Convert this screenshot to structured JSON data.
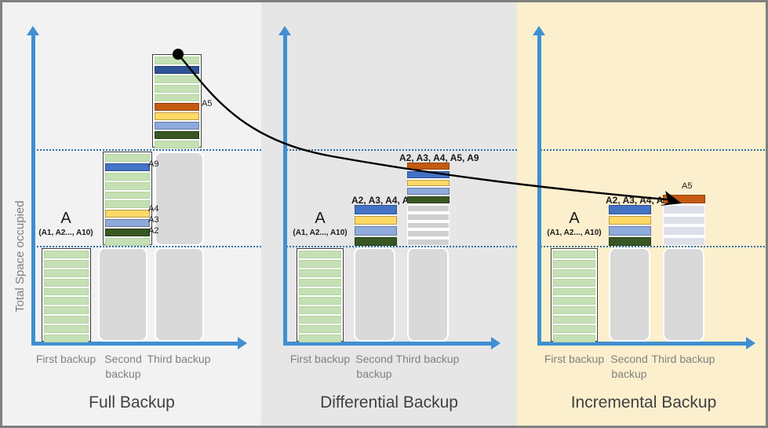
{
  "diagram": {
    "y_axis_title": "Total Space occupied",
    "colors": {
      "axis": "#3f8fd2",
      "gridline": "#2e6fa7",
      "ghost": "#d9d9d9",
      "light_green": "#c5e0b4",
      "dark_green": "#385723",
      "blue": "#4472c4",
      "dark_blue": "#2e5496",
      "light_blue": "#8faadc",
      "yellow": "#ffd966",
      "orange": "#c55a11",
      "gray": "#d0d0d0",
      "pale_gray": "#dde0e8",
      "panel_full_bg": "#f2f2f2",
      "panel_differential_bg": "#e6e6e6",
      "panel_incremental_bg": "#fcefcd",
      "connector": "#000000"
    },
    "tick_labels": [
      "First backup",
      "Second backup",
      "Third backup"
    ],
    "panels": [
      {
        "id": "full",
        "title": "Full Backup",
        "set_label": "A",
        "set_sublabel": "(A1, A2..., A10)",
        "columns": [
          {
            "id": "first-backup",
            "tick": "First backup",
            "group_label": "",
            "segments": [
              "light_green",
              "light_green",
              "light_green",
              "light_green",
              "light_green",
              "light_green",
              "light_green",
              "light_green",
              "light_green",
              "light_green"
            ]
          },
          {
            "id": "second-backup",
            "tick": "Second backup",
            "group_label": "",
            "segments": [
              "light_green",
              "blue",
              "light_green",
              "light_green",
              "light_green",
              "light_green",
              "yellow",
              "light_blue",
              "dark_green",
              "light_green"
            ],
            "segment_labels": [
              {
                "index": 1,
                "text": "A9"
              },
              {
                "index": 6,
                "text": "A4"
              },
              {
                "index": 7,
                "text": "A3"
              },
              {
                "index": 8,
                "text": "A2"
              }
            ]
          },
          {
            "id": "third-backup",
            "tick": "Third backup",
            "group_label": "",
            "segments": [
              "light_green",
              "dark_blue",
              "light_green",
              "light_green",
              "light_green",
              "orange",
              "yellow",
              "light_blue",
              "dark_green",
              "light_green"
            ],
            "segment_labels": [
              {
                "index": 5,
                "text": "A5"
              }
            ]
          }
        ]
      },
      {
        "id": "differential",
        "title": "Differential Backup",
        "set_label": "A",
        "set_sublabel": "(A1, A2..., A10)",
        "columns": [
          {
            "id": "first-backup",
            "tick": "First backup",
            "group_label": "",
            "segments": [
              "light_green",
              "light_green",
              "light_green",
              "light_green",
              "light_green",
              "light_green",
              "light_green",
              "light_green",
              "light_green",
              "light_green"
            ]
          },
          {
            "id": "second-backup",
            "tick": "Second backup",
            "group_label": "A2, A3, A4, A9",
            "segments": [
              "blue",
              "yellow",
              "light_blue",
              "dark_green"
            ]
          },
          {
            "id": "third-backup",
            "tick": "Third backup",
            "group_label": "A2, A3, A4, A5, A9",
            "segments": [
              "orange",
              "blue",
              "yellow",
              "light_blue",
              "dark_green",
              "gray",
              "gray",
              "gray",
              "gray",
              "gray"
            ]
          }
        ]
      },
      {
        "id": "incremental",
        "title": "Incremental Backup",
        "set_label": "A",
        "set_sublabel": "(A1, A2..., A10)",
        "columns": [
          {
            "id": "first-backup",
            "tick": "First backup",
            "group_label": "",
            "segments": [
              "light_green",
              "light_green",
              "light_green",
              "light_green",
              "light_green",
              "light_green",
              "light_green",
              "light_green",
              "light_green",
              "light_green"
            ]
          },
          {
            "id": "second-backup",
            "tick": "Second backup",
            "group_label": "A2, A3, A4, A9",
            "segments": [
              "blue",
              "yellow",
              "light_blue",
              "dark_green"
            ]
          },
          {
            "id": "third-backup",
            "tick": "Third backup",
            "group_label": "",
            "segments": [
              "orange",
              "pale_gray",
              "pale_gray",
              "pale_gray",
              "pale_gray"
            ],
            "segment_labels": [
              {
                "index": 0,
                "text": "A5"
              }
            ]
          }
        ]
      }
    ],
    "connector": {
      "from": "full-third-backup-top",
      "to": "incremental-third-backup-A5",
      "label_source": "A5",
      "label_target": "A5"
    }
  }
}
